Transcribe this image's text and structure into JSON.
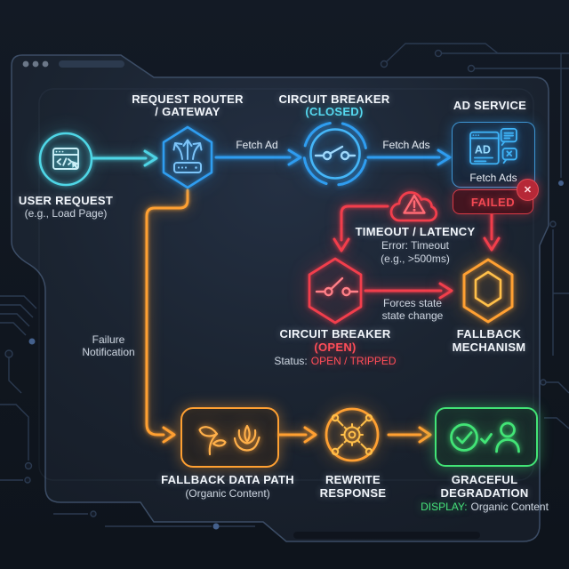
{
  "window": {
    "controls_count": 3
  },
  "colors": {
    "background": "#10161f",
    "panel": "#1c2532",
    "cyan": "#4fd6e6",
    "blue": "#2f9df0",
    "red": "#f23e4c",
    "orange": "#ffa032",
    "green": "#42e476",
    "text_primary": "#f2f6fb",
    "text_secondary": "#ccd4df"
  },
  "nodes": {
    "user_request": {
      "title": "USER REQUEST",
      "subtitle": "(e.g., Load Page)"
    },
    "gateway": {
      "title_line1": "REQUEST ROUTER",
      "title_line2": "/ GATEWAY"
    },
    "circuit_breaker_closed": {
      "title": "CIRCUIT BREAKER",
      "state": "(CLOSED)"
    },
    "ad_service": {
      "title": "AD SERVICE",
      "icon_text": "AD",
      "card_label": "Fetch Ads",
      "badge": "FAILED",
      "badge_close_glyph": "✕"
    },
    "timeout_latency": {
      "title": "TIMEOUT / LATENCY",
      "detail_line1": "Error: Timeout",
      "detail_line2": "(e.g., >500ms)"
    },
    "circuit_breaker_open": {
      "title": "CIRCUIT BREAKER",
      "state": "(OPEN)",
      "status_label": "Status:",
      "status_value": "OPEN / TRIPPED"
    },
    "fallback_mechanism": {
      "title_line1": "FALLBACK",
      "title_line2": "MECHANISM"
    },
    "fallback_data_path": {
      "title": "FALLBACK DATA PATH",
      "subtitle": "(Organic Content)"
    },
    "rewrite_response": {
      "title_line1": "REWRITE",
      "title_line2": "RESPONSE"
    },
    "graceful_degradation": {
      "title_line1": "GRACEFUL",
      "title_line2": "DEGRADATION",
      "display_label": "DISPLAY:",
      "display_value": "Organic Content"
    }
  },
  "edges": {
    "fetch_ad": "Fetch Ad",
    "fetch_ads": "Fetch Ads",
    "failure_notification_line1": "Failure",
    "failure_notification_line2": "Notification",
    "forces_state_line1": "Forces state",
    "forces_state_line2": "state change"
  }
}
